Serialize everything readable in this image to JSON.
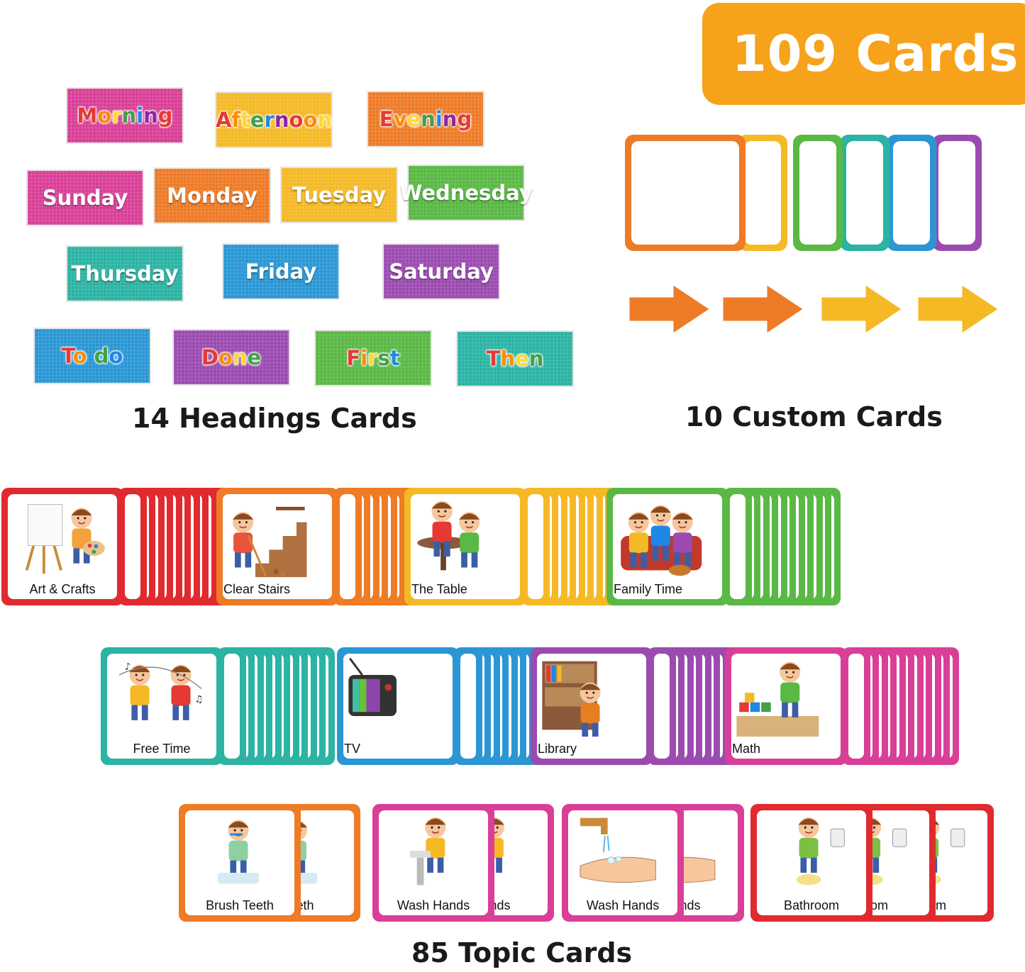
{
  "badge": {
    "text": "109 Cards",
    "color": "#f7a21b"
  },
  "headings_caption": "14 Headings Cards",
  "custom_caption": "10 Custom Cards",
  "topic_caption": "85 Topic Cards",
  "heading_cards": [
    {
      "label": "Morning",
      "bg": "#d93f97",
      "text_style": "multicolor"
    },
    {
      "label": "Afternoon",
      "bg": "#f5b926",
      "text_style": "multicolor"
    },
    {
      "label": "Evening",
      "bg": "#ee7b26",
      "text_style": "multicolor"
    },
    {
      "label": "Sunday",
      "bg": "#d93f97",
      "text_style": "white"
    },
    {
      "label": "Monday",
      "bg": "#ee7b26",
      "text_style": "white"
    },
    {
      "label": "Tuesday",
      "bg": "#f5b926",
      "text_style": "white"
    },
    {
      "label": "Wednesday",
      "bg": "#5ab845",
      "text_style": "white"
    },
    {
      "label": "Thursday",
      "bg": "#2bb3a3",
      "text_style": "white"
    },
    {
      "label": "Friday",
      "bg": "#2a97d4",
      "text_style": "white"
    },
    {
      "label": "Saturday",
      "bg": "#9b4bb0",
      "text_style": "white"
    },
    {
      "label": "To do",
      "bg": "#2a97d4",
      "text_style": "multicolor"
    },
    {
      "label": "Done",
      "bg": "#9b4bb0",
      "text_style": "multicolor"
    },
    {
      "label": "First",
      "bg": "#5ab845",
      "text_style": "multicolor"
    },
    {
      "label": "Then",
      "bg": "#2bb3a3",
      "text_style": "multicolor"
    }
  ],
  "custom_cards": {
    "colors": [
      "#ee7b26",
      "#f5b926",
      "#5ab845",
      "#2bb3a3",
      "#2a97d4",
      "#9b4bb0"
    ],
    "arrow_colors": [
      "#ee7b26",
      "#ee7b26",
      "#f5b926",
      "#f5b926"
    ]
  },
  "topic_row1": [
    {
      "label": "Art & Crafts",
      "color": "#e02a2f",
      "illustration": "easel-painter"
    },
    {
      "label": "Clear Stairs",
      "color": "#ee7b26",
      "illustration": "sweeping-stairs"
    },
    {
      "label": "The Table",
      "color": "#f5b926",
      "illustration": "setting-table"
    },
    {
      "label": "Family Time",
      "color": "#5ab845",
      "illustration": "family-sofa"
    }
  ],
  "topic_row2": [
    {
      "label": "Free Time",
      "color": "#2bb3a3",
      "illustration": "kids-dancing"
    },
    {
      "label": "TV",
      "color": "#2a97d4",
      "illustration": "television"
    },
    {
      "label": "Library",
      "color": "#9b4bb0",
      "illustration": "bookshelf-reader"
    },
    {
      "label": "Math",
      "color": "#d93f97",
      "illustration": "blocks-kid"
    }
  ],
  "topic_row3": [
    {
      "label": "Brush Teeth",
      "partial": "Teeth",
      "color": "#ee7b26",
      "illustration": "boy-brushing"
    },
    {
      "label": "Wash Hands",
      "partial": "Hands",
      "color": "#d93f97",
      "illustration": "boy-sink"
    },
    {
      "label": "Wash Hands",
      "partial": "Hands",
      "color": "#d93f97",
      "illustration": "hands-faucet"
    },
    {
      "label": "Bathroom",
      "partial": "room",
      "color": "#e02a2f",
      "illustration": "boy-toilet"
    }
  ]
}
